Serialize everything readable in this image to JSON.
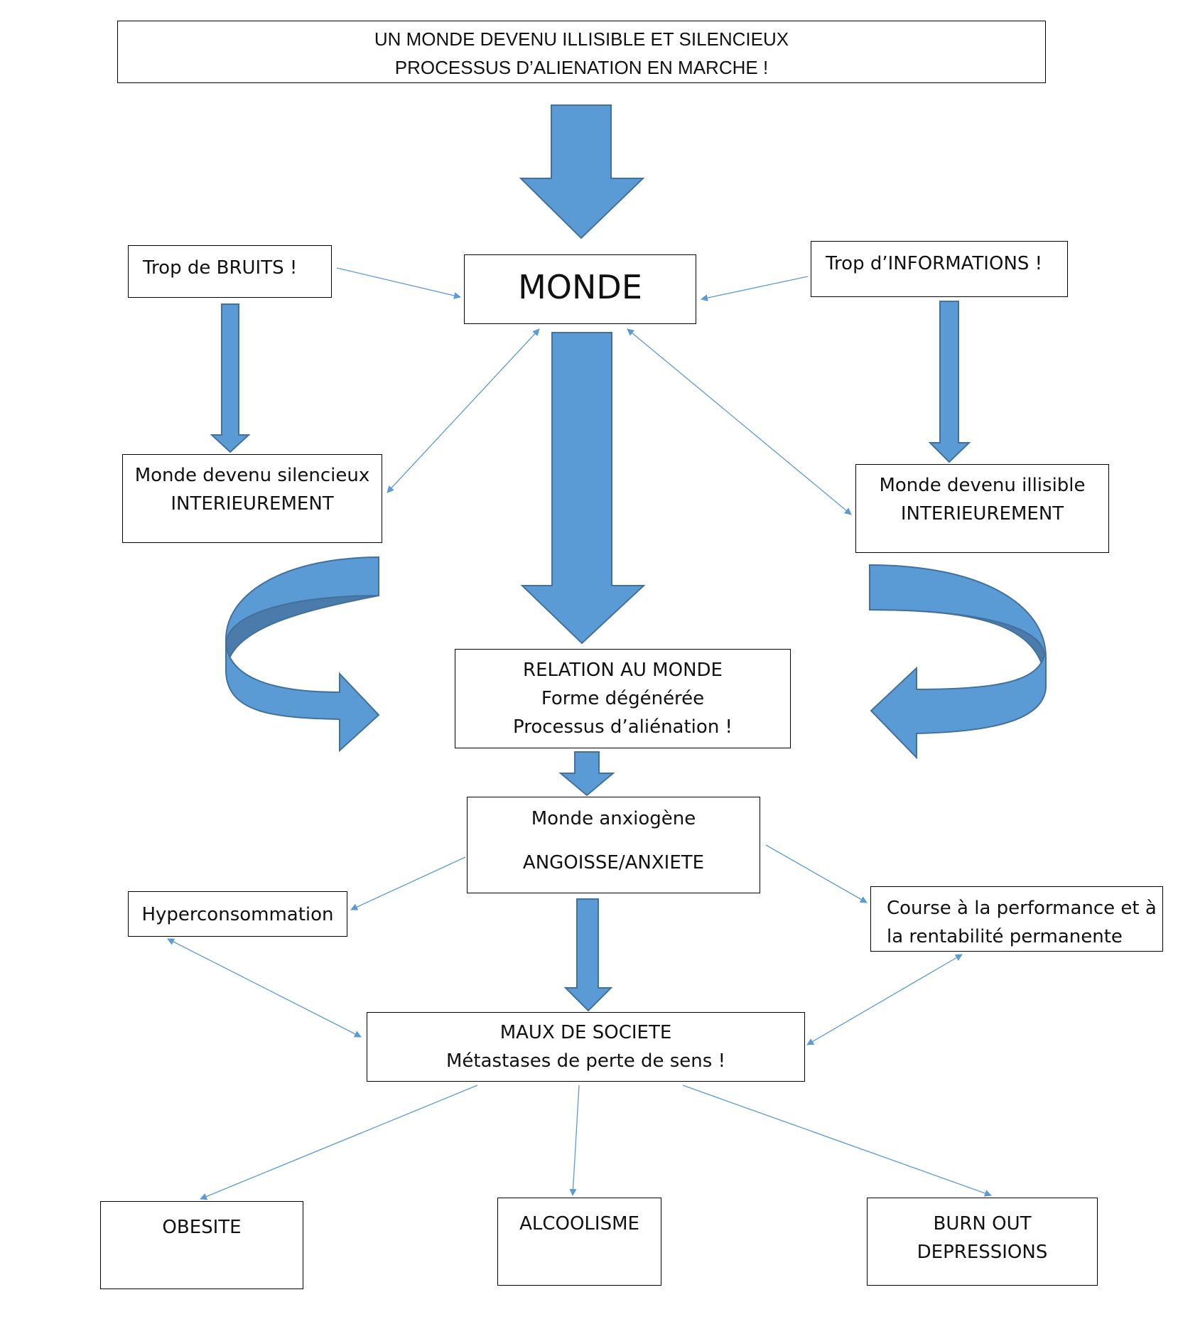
{
  "title": {
    "line1": "UN MONDE DEVENU ILLISIBLE ET SILENCIEUX",
    "line2": "PROCESSUS D’ALIENATION EN MARCHE !"
  },
  "nodes": {
    "monde": "MONDE",
    "bruits": "Trop de BRUITS !",
    "informations": "Trop d’INFORMATIONS !",
    "silencieux": {
      "line1": "Monde devenu silencieux",
      "line2": "INTERIEUREMENT"
    },
    "illisible": {
      "line1": "Monde devenu illisible",
      "line2": "INTERIEUREMENT"
    },
    "relation": {
      "line1": "RELATION AU MONDE",
      "line2": "Forme dégénérée",
      "line3": "Processus d’aliénation !"
    },
    "anxiogene": {
      "line1": "Monde anxiogène",
      "line2": "ANGOISSE/ANXIETE"
    },
    "hyperconsommation": "Hyperconsommation",
    "course": {
      "line1": "Course à la performance et à",
      "line2": "la rentabilité  permanente"
    },
    "maux": {
      "line1": "MAUX DE SOCIETE",
      "line2": "Métastases de perte de sens !"
    },
    "obesite": "OBESITE",
    "alcoolisme": "ALCOOLISME",
    "burnout": {
      "line1": "BURN OUT",
      "line2": "DEPRESSIONS"
    }
  },
  "colors": {
    "arrow_fill": "#5b9bd5",
    "arrow_stroke": "#41719c",
    "curve_dark": "#4a7bab",
    "connector": "#5b9bd5",
    "box_border": "#000000",
    "text": "#111111"
  }
}
